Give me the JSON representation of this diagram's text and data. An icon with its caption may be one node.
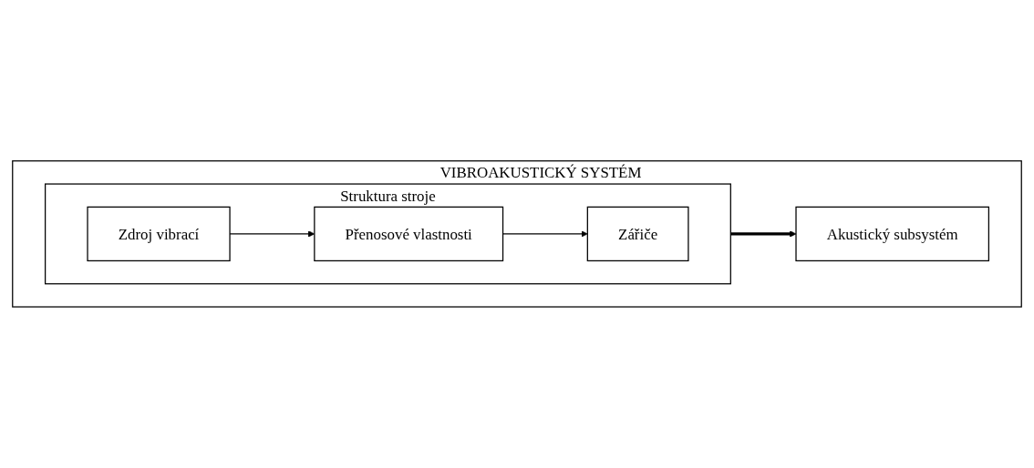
{
  "diagram": {
    "nodes": [
      {
        "text": [
          "VIBROAKUSTICKÝ SYSTÉM"
        ]
      },
      {
        "text": [
          "Struktura stroje"
        ],
        "in": 0
      },
      {
        "text": [
          "Zdroj vibrací"
        ],
        "in": 1
      },
      {
        "text": [
          "Přenosové vlastnosti"
        ],
        "in": 1
      },
      {
        "text": [
          "Zářiče"
        ],
        "in": 1
      },
      {
        "text": [
          "Akustický subsystém"
        ],
        "in": 0
      }
    ],
    "edges": [
      {
        "from": 2,
        "to": 3,
        "arrow": "to"
      },
      {
        "from": 3,
        "to": 4,
        "arrow": "to"
      },
      {
        "from": 1,
        "to": 5,
        "arrow": "to",
        "style": "thick"
      }
    ]
  }
}
